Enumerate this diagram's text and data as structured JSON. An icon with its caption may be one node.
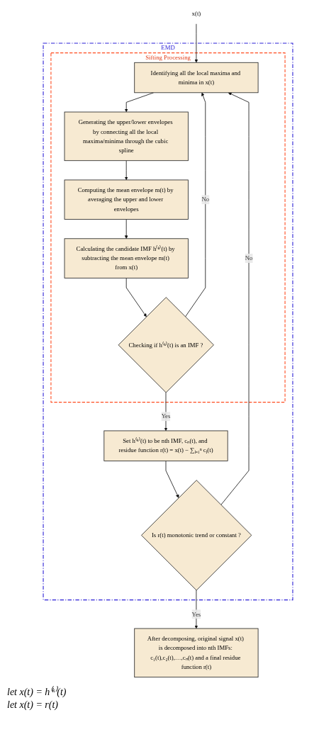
{
  "diagram": {
    "nodes": [
      {
        "text": [
          "x(t)"
        ]
      },
      {
        "text": [
          "EMD"
        ]
      },
      {
        "text": [
          "Sifting Processing"
        ],
        "in": 1
      },
      {
        "text": [
          "Identifying all the local maxima and minima in x(t)"
        ],
        "in": 2
      },
      {
        "text": [
          "Generating the upper/lower envelopes by connecting all the local maxima/minima through the cubic spline"
        ],
        "in": 2
      },
      {
        "text": [
          "Computing the mean envelope m(t) by averaging the upper and lower envelopes"
        ],
        "in": 2
      },
      {
        "text": [
          "Calculating the candidate IMF h⁽ᵏ⁾(t) by subtracting the mean envelope m(t) from x(t)"
        ],
        "in": 2
      },
      {
        "text": [
          "Checking if h⁽ᵏ⁾(t) is an IMF ?"
        ],
        "in": 2
      },
      {
        "text": [
          "Set h⁽ᵏ⁾(t) to be nth IMF, cₙ(t), and residue function r(t) = x(t) − ∑ⱼ₌₁ⁿ cⱼ(t)"
        ],
        "in": 1
      },
      {
        "text": [
          "Is r(t) monotonic trend or constant ?"
        ],
        "in": 1
      },
      {
        "text": [
          "After decomposing, original signal x(t) is decomposed into nth IMFs: c₁(t),c₂(t),…,cₙ(t) and a final residue function r(t)"
        ]
      }
    ],
    "edges": [
      {
        "from": 0,
        "to": 3,
        "arrow": "to"
      },
      {
        "from": 3,
        "to": 4,
        "arrow": "to"
      },
      {
        "from": 4,
        "to": 5,
        "arrow": "to"
      },
      {
        "from": 5,
        "to": 6,
        "arrow": "to"
      },
      {
        "from": 6,
        "to": 7,
        "arrow": "to"
      },
      {
        "from": 7,
        "to": 3,
        "arrow": "to",
        "label": "No"
      },
      {
        "from": 7,
        "to": 8,
        "arrow": "to",
        "label": "Yes"
      },
      {
        "from": 8,
        "to": 9,
        "arrow": "to"
      },
      {
        "from": 9,
        "to": 3,
        "arrow": "to",
        "label": "No"
      },
      {
        "from": 9,
        "to": 10,
        "arrow": "to",
        "label": "Yes"
      }
    ],
    "labels": [
      "let x(t) = h⁽ᵏ⁾(t)",
      "let x(t) = r(t)"
    ]
  }
}
